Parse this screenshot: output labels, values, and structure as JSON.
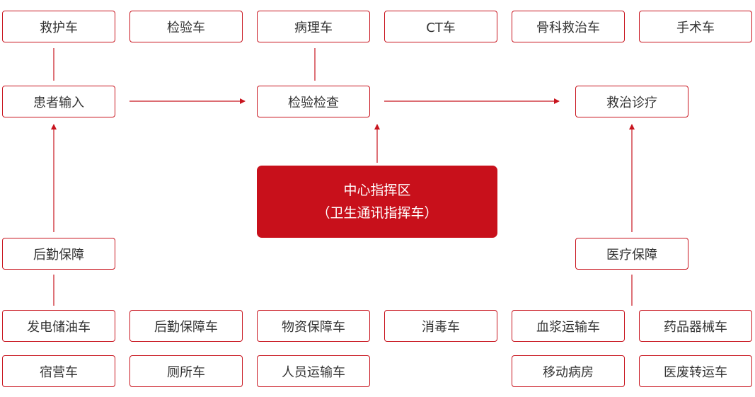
{
  "colors": {
    "accent": "#c8101b",
    "text": "#333333",
    "border": "#c8141e"
  },
  "top_row": [
    "救护车",
    "检验车",
    "病理车",
    "CT车",
    "骨科救治车",
    "手术车"
  ],
  "flow": {
    "patient_input": "患者输入",
    "inspection": "检验检查",
    "treatment": "救治诊疗"
  },
  "center": {
    "line1": "中心指挥区",
    "line2": "（卫生通讯指挥车）"
  },
  "support": {
    "logistics": "后勤保障",
    "medical": "医疗保障"
  },
  "row4": [
    "发电储油车",
    "后勤保障车",
    "物资保障车",
    "消毒车",
    "血浆运输车",
    "药品器械车"
  ],
  "row5": [
    "宿营车",
    "厕所车",
    "人员运输车",
    "移动病房",
    "医废转运车"
  ]
}
